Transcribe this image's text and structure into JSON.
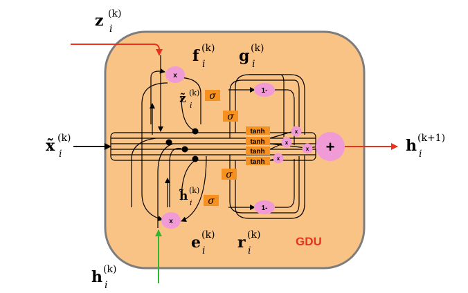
{
  "diagram": {
    "unit_label": "GDU",
    "colors": {
      "box_fill": "#f9c386",
      "box_stroke": "#7d7d7d",
      "node_fill": "#f09ad6",
      "sigma_fill": "#f59120",
      "gdu_text": "#e8321e",
      "z_arrow": "#e8321e",
      "out_arrow": "#e8321e",
      "h_arrow": "#2db82d"
    },
    "inputs": {
      "z": {
        "base": "z",
        "sub": "i",
        "sup": "(k)"
      },
      "x": {
        "base": "x̃",
        "sub": "i",
        "sup": "(k)"
      },
      "h": {
        "base": "h",
        "sub": "i",
        "sup": "(k)"
      }
    },
    "output": {
      "base": "h",
      "sub": "i",
      "sup": "(k+1)"
    },
    "internal_labels": {
      "f": {
        "base": "f",
        "sub": "i",
        "sup": "(k)"
      },
      "g": {
        "base": "g",
        "sub": "i",
        "sup": "(k)"
      },
      "z_tilde": {
        "base": "z̃",
        "sub": "i",
        "sup": "(k)"
      },
      "h_tilde": {
        "base": "h̃",
        "sub": "i",
        "sup": "(k)"
      },
      "e": {
        "base": "e",
        "sub": "i",
        "sup": "(k)"
      },
      "r": {
        "base": "r",
        "sub": "i",
        "sup": "(k)"
      }
    },
    "ops": {
      "multiply": "x",
      "one_minus": "1-",
      "tanh": "tanh",
      "sigma": "σ",
      "plus": "+"
    }
  }
}
